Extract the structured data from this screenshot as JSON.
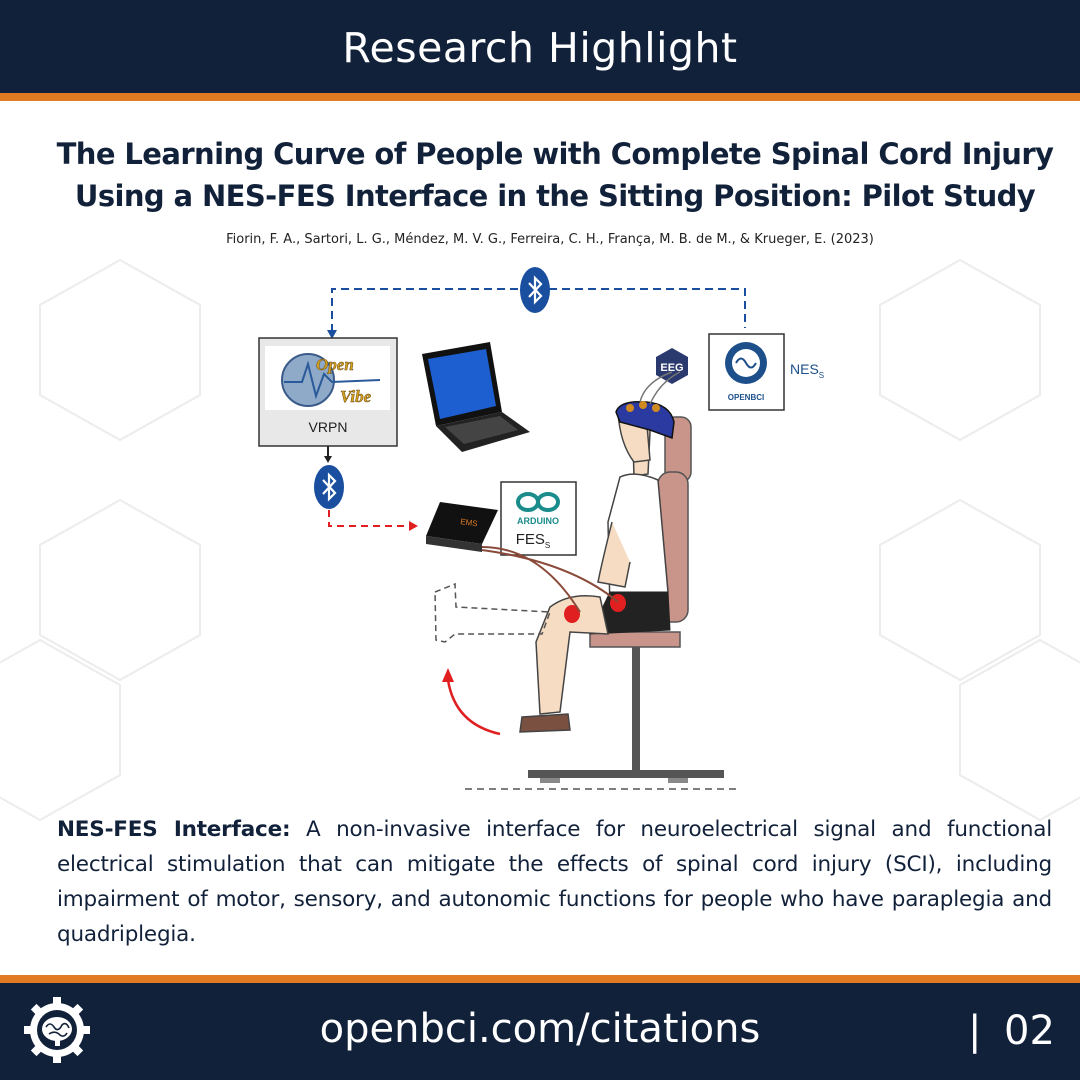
{
  "header": {
    "title": "Research Highlight"
  },
  "paper": {
    "title_line1": "The Learning Curve of People with Complete Spinal Cord Injury",
    "title_line2": "Using a NES-FES Interface in the Sitting Position: Pilot Study",
    "citation": "Fiorin, F. A., Sartori, L. G., Méndez, M. V. G., Ferreira, C. H., França, M. B. de M., & Krueger, E. (2023)"
  },
  "figure": {
    "openvibe_logo_line1": "Open",
    "openvibe_logo_line2": "Vibe",
    "vrpn_label": "VRPN",
    "eeg_label": "EEG",
    "openbci_label": "OPENBCI",
    "nes_label": "NES",
    "nes_subscript": "S",
    "arduino_label": "ARDUINO",
    "fes_label": "FES",
    "fes_subscript": "S",
    "device_label": "EMS"
  },
  "description": {
    "term": "NES-FES Interface:",
    "text": "A non-invasive interface for neuroelectrical signal and functional electrical stimulation that can mitigate the effects of spinal cord injury (SCI), including impairment of motor, sensory, and autonomic functions for people who have paraplegia and quadriplegia."
  },
  "footer": {
    "url": "openbci.com/citations",
    "separator": "|",
    "page": "02"
  },
  "colors": {
    "navy": "#12213a",
    "orange": "#e07b24",
    "bluetooth_blue": "#1a4fa0",
    "red_signal": "#e02020"
  }
}
